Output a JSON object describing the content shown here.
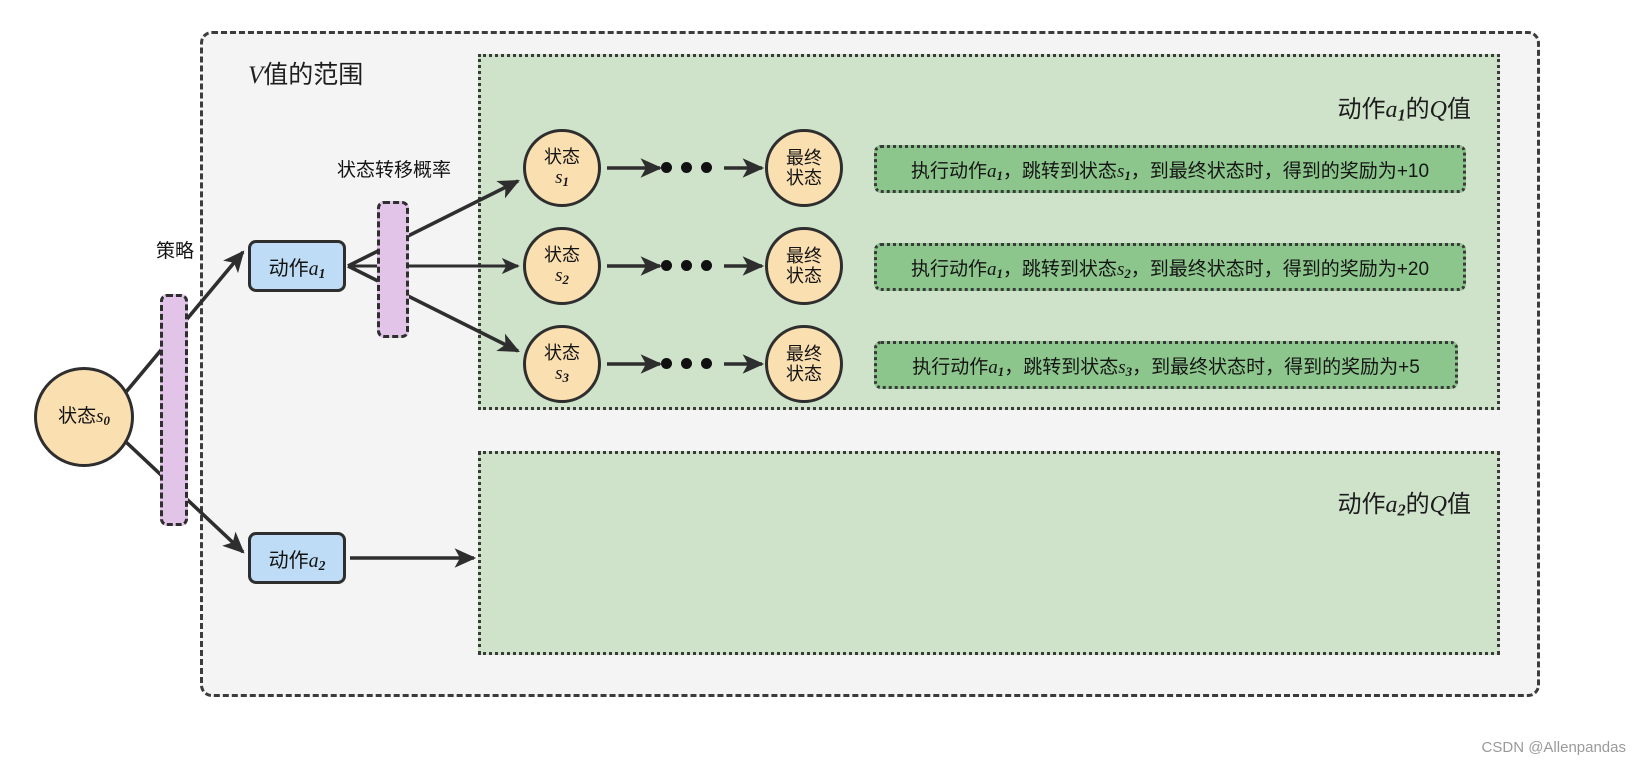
{
  "diagram": {
    "watermark": "CSDN @Allenpandas",
    "outer_scope_label_prefix": "V",
    "outer_scope_label_rest": "值的范围",
    "policy_caption": "策略",
    "transition_caption": "状态转移概率",
    "start_state": {
      "text_prefix": "状态",
      "symbol": "s",
      "subscript": "0"
    },
    "actions": [
      {
        "id": "a1",
        "label_prefix": "动作",
        "symbol": "a",
        "subscript": "1",
        "q_label_prefix": "动作",
        "q_label_symbol": "a",
        "q_label_subscript": "1",
        "q_label_mid": "的",
        "q_label_q": "Q",
        "q_label_suffix": "值"
      },
      {
        "id": "a2",
        "label_prefix": "动作",
        "symbol": "a",
        "subscript": "2",
        "q_label_prefix": "动作",
        "q_label_symbol": "a",
        "q_label_subscript": "2",
        "q_label_mid": "的",
        "q_label_q": "Q",
        "q_label_suffix": "值"
      }
    ],
    "next_states": [
      {
        "line1": "状态",
        "symbol": "s",
        "subscript": "1"
      },
      {
        "line1": "状态",
        "symbol": "s",
        "subscript": "2"
      },
      {
        "line1": "状态",
        "symbol": "s",
        "subscript": "3"
      }
    ],
    "terminal_state": {
      "line1": "最终",
      "line2": "状态"
    },
    "rewards": [
      {
        "seg1": "执行动作",
        "act_symbol": "a",
        "act_sub": "1",
        "seg2": "，跳转到状态",
        "state_symbol": "s",
        "state_sub": "1",
        "seg3": "，到最终状态时，得到的奖励为",
        "value": "+10"
      },
      {
        "seg1": "执行动作",
        "act_symbol": "a",
        "act_sub": "1",
        "seg2": "，跳转到状态",
        "state_symbol": "s",
        "state_sub": "2",
        "seg3": "，到最终状态时，得到的奖励为",
        "value": "+20"
      },
      {
        "seg1": "执行动作",
        "act_symbol": "a",
        "act_sub": "1",
        "seg2": "，跳转到状态",
        "state_symbol": "s",
        "state_sub": "3",
        "seg3": "，到最终状态时，得到的奖励为",
        "value": "+5"
      }
    ],
    "colors": {
      "state_fill": "#fadfb1",
      "action_fill": "#bedcf5",
      "q_region_fill": "#cfe3cb",
      "reward_fill": "#8cc68c",
      "policy_fill": "#e1c4e8",
      "scope_fill": "#f4f4f4",
      "stroke": "#2e2e2e"
    }
  }
}
